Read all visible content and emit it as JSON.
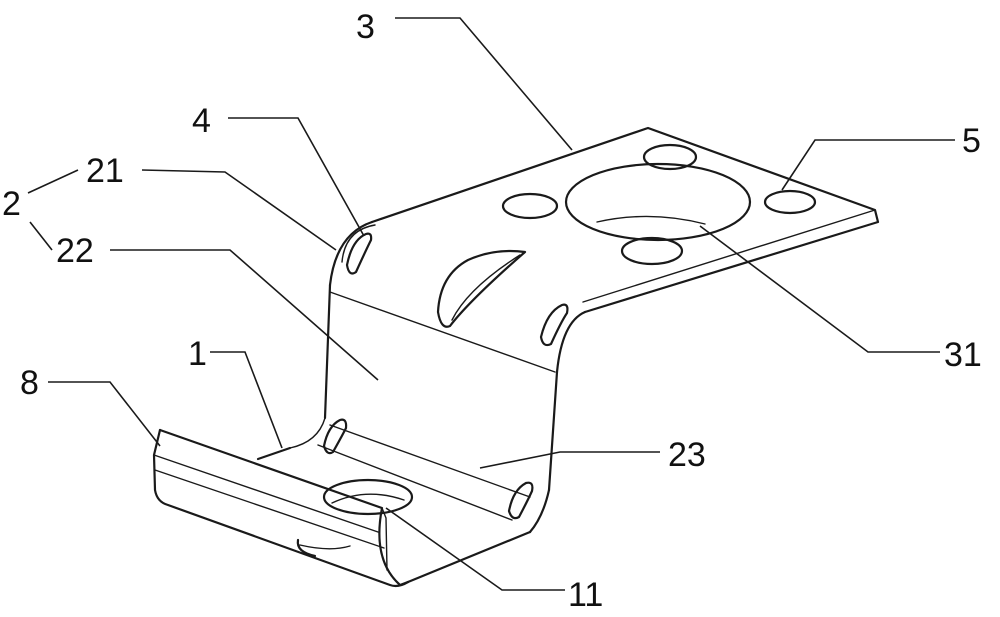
{
  "labels": {
    "l3": "3",
    "l4": "4",
    "l5": "5",
    "l2": "2",
    "l21": "21",
    "l22": "22",
    "l1": "1",
    "l8": "8",
    "l23": "23",
    "l31": "31",
    "l11": "11"
  },
  "colors": {
    "stroke": "#1a1a1a",
    "background": "#ffffff"
  }
}
